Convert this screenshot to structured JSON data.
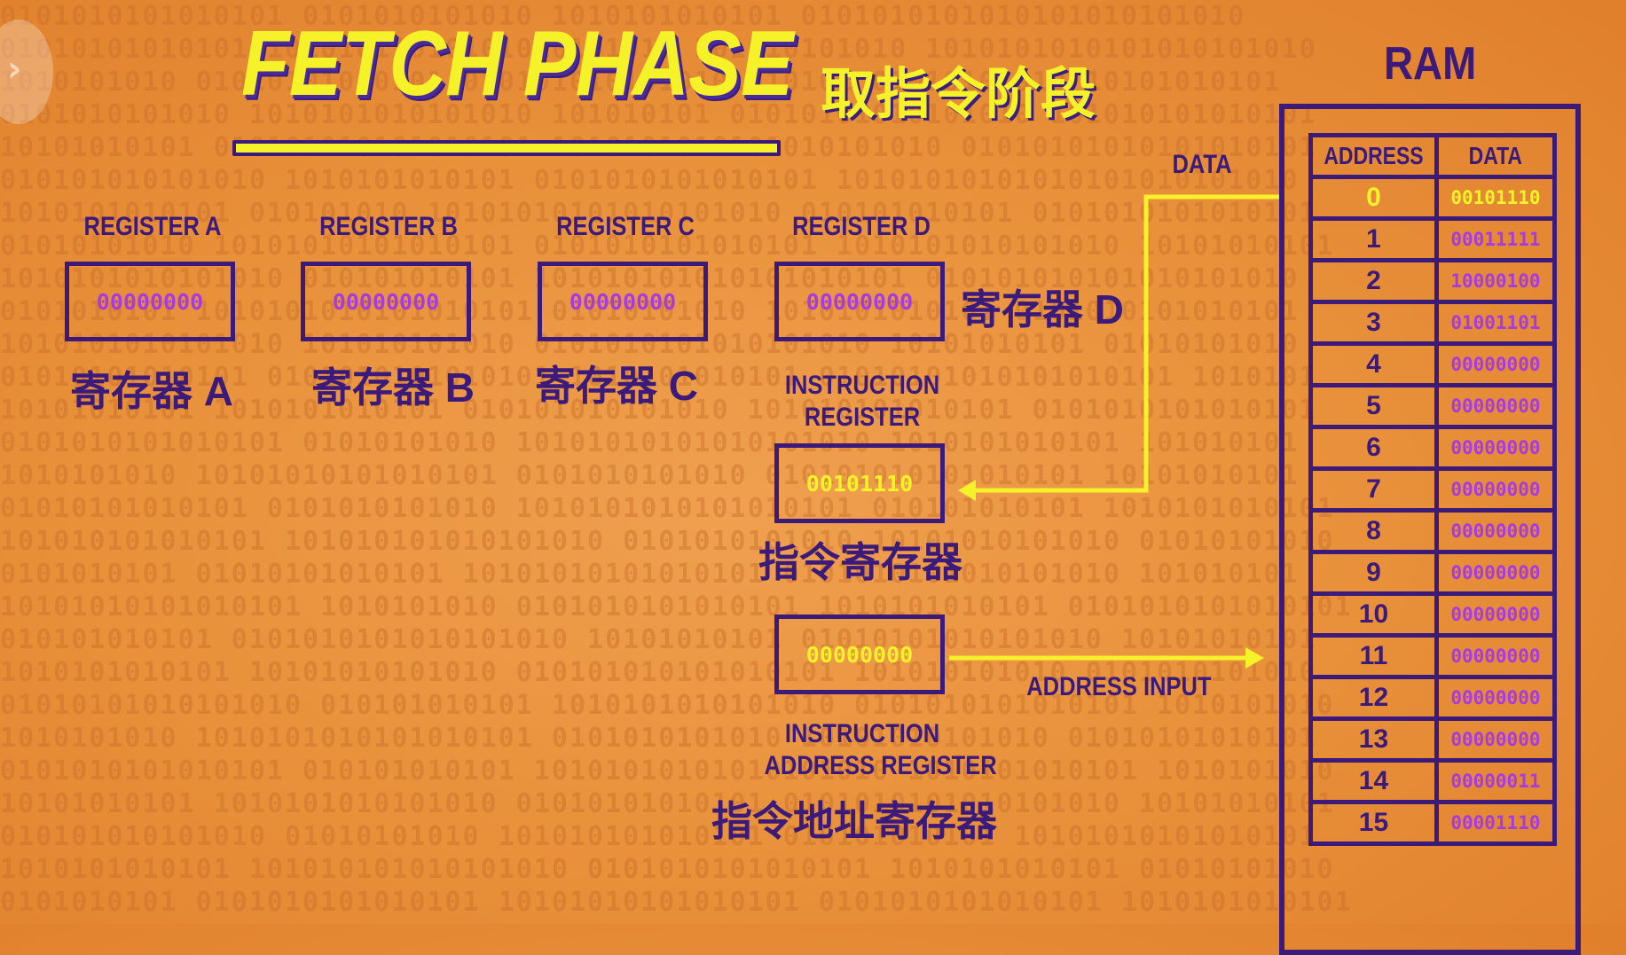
{
  "title": "FETCH PHASE",
  "title_cn": "取指令阶段",
  "registers": [
    {
      "label": "REGISTER A",
      "label_cn": "寄存器 A",
      "value": "00000000"
    },
    {
      "label": "REGISTER B",
      "label_cn": "寄存器 B",
      "value": "00000000"
    },
    {
      "label": "REGISTER C",
      "label_cn": "寄存器 C",
      "value": "00000000"
    },
    {
      "label": "REGISTER D",
      "label_cn": "寄存器 D",
      "value": "00000000"
    }
  ],
  "instruction_register": {
    "label_line1": "INSTRUCTION",
    "label_line2": "REGISTER",
    "label_cn": "指令寄存器",
    "value": "00101110"
  },
  "instruction_address_register": {
    "label_line1": "INSTRUCTION",
    "label_line2": "ADDRESS REGISTER",
    "label_cn": "指令地址寄存器",
    "value": "00000000"
  },
  "wires": {
    "data_label": "DATA",
    "address_input_label": "ADDRESS INPUT"
  },
  "ram": {
    "title": "RAM",
    "address_header": "ADDRESS",
    "data_header": "DATA",
    "rows": [
      {
        "address": "0",
        "data": "00101110"
      },
      {
        "address": "1",
        "data": "00011111"
      },
      {
        "address": "2",
        "data": "10000100"
      },
      {
        "address": "3",
        "data": "01001101"
      },
      {
        "address": "4",
        "data": "00000000"
      },
      {
        "address": "5",
        "data": "00000000"
      },
      {
        "address": "6",
        "data": "00000000"
      },
      {
        "address": "7",
        "data": "00000000"
      },
      {
        "address": "8",
        "data": "00000000"
      },
      {
        "address": "9",
        "data": "00000000"
      },
      {
        "address": "10",
        "data": "00000000"
      },
      {
        "address": "11",
        "data": "00000000"
      },
      {
        "address": "12",
        "data": "00000000"
      },
      {
        "address": "13",
        "data": "00000000"
      },
      {
        "address": "14",
        "data": "00000011"
      },
      {
        "address": "15",
        "data": "00001110"
      }
    ]
  },
  "colors": {
    "background": "#e9923c",
    "outline": "#3b1a7a",
    "highlight": "#f5f22a",
    "value_text": "#a63be0"
  }
}
